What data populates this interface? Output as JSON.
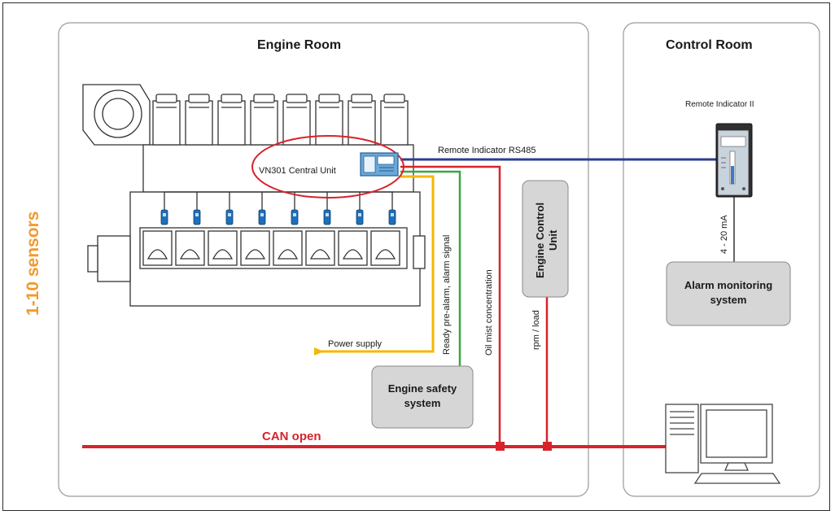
{
  "side_label": "1-10 sensors",
  "engine_room": {
    "title": "Engine Room",
    "central_unit_label": "VN301 Central Unit",
    "engine_control_unit": "Engine Control Unit",
    "engine_control_unit_lines": [
      "Engine Control",
      "Unit"
    ],
    "engine_safety_system": "Engine safety system",
    "engine_safety_system_lines": [
      "Engine safety",
      "system"
    ],
    "power_supply_label": "Power supply",
    "ready_alarm_label": "Ready pre-alarm, alarm signal",
    "oil_mist_label": "Oil mist concentration",
    "rpm_load_label": "rpm / load",
    "can_label": "CAN open",
    "sensor_count": 8
  },
  "control_room": {
    "title": "Control Room",
    "remote_indicator_label": "Remote Indicator II",
    "rs485_label": "Remote Indicator RS485",
    "current_label": "4 - 20 mA",
    "alarm_monitoring": "Alarm monitoring system",
    "alarm_monitoring_lines": [
      "Alarm monitoring",
      "system"
    ]
  },
  "colors": {
    "accent_orange": "#f29a2e",
    "can_red": "#d8232a",
    "rs485_blue": "#2b3f8f",
    "power_yellow": "#f5b800",
    "signal_green": "#3aa843",
    "box_fill": "#d6d6d6",
    "sensor_blue": "#1f6fb8"
  }
}
